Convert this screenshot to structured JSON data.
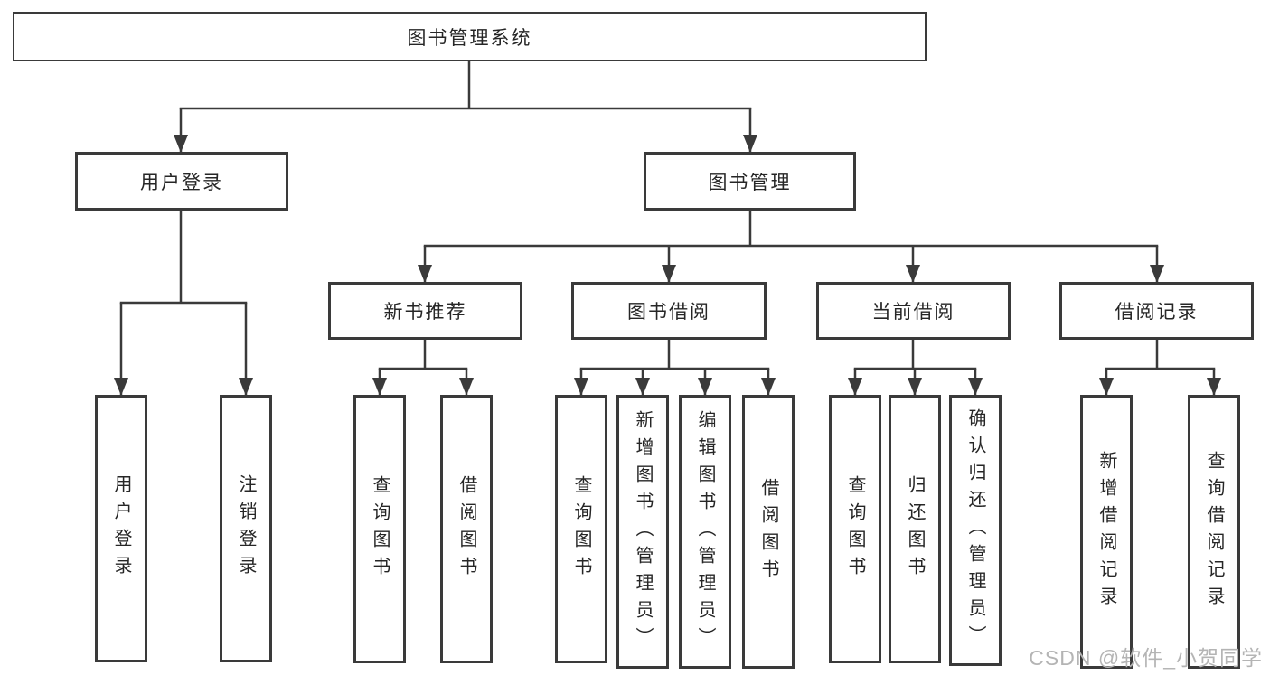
{
  "diagram": {
    "title": "图书管理系统",
    "branches": [
      {
        "label": "用户登录",
        "children": [
          {
            "label": "用户登录"
          },
          {
            "label": "注销登录"
          }
        ]
      },
      {
        "label": "图书管理",
        "children": [
          {
            "label": "新书推荐",
            "children": [
              {
                "label": "查询图书"
              },
              {
                "label": "借阅图书"
              }
            ]
          },
          {
            "label": "图书借阅",
            "children": [
              {
                "label": "查询图书"
              },
              {
                "label": "新增图书（管理员）"
              },
              {
                "label": "编辑图书（管理员）"
              },
              {
                "label": "借阅图书"
              }
            ]
          },
          {
            "label": "当前借阅",
            "children": [
              {
                "label": "查询图书"
              },
              {
                "label": "归还图书"
              },
              {
                "label": "确认归还（管理员）"
              }
            ]
          },
          {
            "label": "借阅记录",
            "children": [
              {
                "label": "新增借阅记录"
              },
              {
                "label": "查询借阅记录"
              }
            ]
          }
        ]
      }
    ]
  },
  "watermark": "CSDN @软件_小贺同学",
  "colors": {
    "line": "#3a3a3a",
    "text": "#262626",
    "watermark": "#b4b4b4",
    "canvas": "#ffffff"
  }
}
